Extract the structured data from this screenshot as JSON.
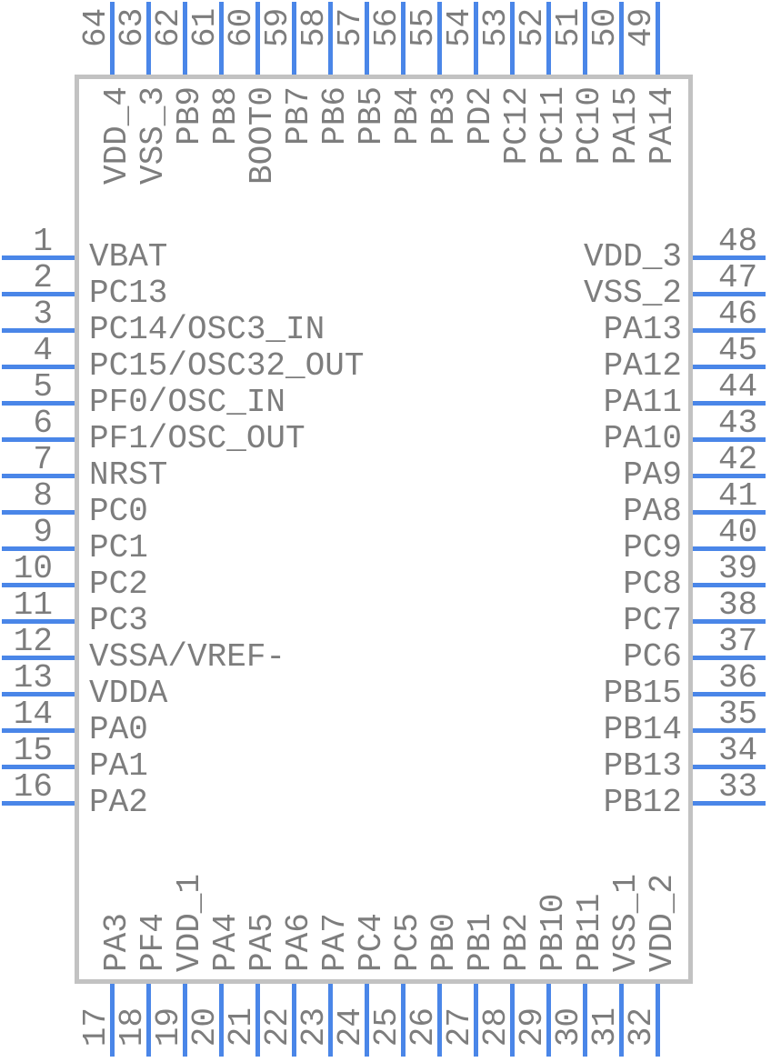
{
  "diagram": {
    "type": "ic-pinout",
    "package_pin_count": 64,
    "sides": {
      "left": {
        "pins": [
          {
            "num": "1",
            "name": "VBAT"
          },
          {
            "num": "2",
            "name": "PC13"
          },
          {
            "num": "3",
            "name": "PC14/OSC3_IN"
          },
          {
            "num": "4",
            "name": "PC15/OSC32_OUT"
          },
          {
            "num": "5",
            "name": "PF0/OSC_IN"
          },
          {
            "num": "6",
            "name": "PF1/OSC_OUT"
          },
          {
            "num": "7",
            "name": "NRST"
          },
          {
            "num": "8",
            "name": "PC0"
          },
          {
            "num": "9",
            "name": "PC1"
          },
          {
            "num": "10",
            "name": "PC2"
          },
          {
            "num": "11",
            "name": "PC3"
          },
          {
            "num": "12",
            "name": "VSSA/VREF-"
          },
          {
            "num": "13",
            "name": "VDDA"
          },
          {
            "num": "14",
            "name": "PA0"
          },
          {
            "num": "15",
            "name": "PA1"
          },
          {
            "num": "16",
            "name": "PA2"
          }
        ]
      },
      "right": {
        "pins": [
          {
            "num": "48",
            "name": "VDD_3"
          },
          {
            "num": "47",
            "name": "VSS_2"
          },
          {
            "num": "46",
            "name": "PA13"
          },
          {
            "num": "45",
            "name": "PA12"
          },
          {
            "num": "44",
            "name": "PA11"
          },
          {
            "num": "43",
            "name": "PA10"
          },
          {
            "num": "42",
            "name": "PA9"
          },
          {
            "num": "41",
            "name": "PA8"
          },
          {
            "num": "40",
            "name": "PC9"
          },
          {
            "num": "39",
            "name": "PC8"
          },
          {
            "num": "38",
            "name": "PC7"
          },
          {
            "num": "37",
            "name": "PC6"
          },
          {
            "num": "36",
            "name": "PB15"
          },
          {
            "num": "35",
            "name": "PB14"
          },
          {
            "num": "34",
            "name": "PB13"
          },
          {
            "num": "33",
            "name": "PB12"
          }
        ]
      },
      "top": {
        "pins": [
          {
            "num": "64",
            "name": "VDD_4"
          },
          {
            "num": "63",
            "name": "VSS_3"
          },
          {
            "num": "62",
            "name": "PB9"
          },
          {
            "num": "61",
            "name": "PB8"
          },
          {
            "num": "60",
            "name": "BOOT0"
          },
          {
            "num": "59",
            "name": "PB7"
          },
          {
            "num": "58",
            "name": "PB6"
          },
          {
            "num": "57",
            "name": "PB5"
          },
          {
            "num": "56",
            "name": "PB4"
          },
          {
            "num": "55",
            "name": "PB3"
          },
          {
            "num": "54",
            "name": "PD2"
          },
          {
            "num": "53",
            "name": "PC12"
          },
          {
            "num": "52",
            "name": "PC11"
          },
          {
            "num": "51",
            "name": "PC10"
          },
          {
            "num": "50",
            "name": "PA15"
          },
          {
            "num": "49",
            "name": "PA14"
          }
        ]
      },
      "bottom": {
        "pins": [
          {
            "num": "17",
            "name": "PA3"
          },
          {
            "num": "18",
            "name": "PF4"
          },
          {
            "num": "19",
            "name": "VDD_1"
          },
          {
            "num": "20",
            "name": "PA4"
          },
          {
            "num": "21",
            "name": "PA5"
          },
          {
            "num": "22",
            "name": "PA6"
          },
          {
            "num": "23",
            "name": "PA7"
          },
          {
            "num": "24",
            "name": "PC4"
          },
          {
            "num": "25",
            "name": "PC5"
          },
          {
            "num": "26",
            "name": "PB0"
          },
          {
            "num": "27",
            "name": "PB1"
          },
          {
            "num": "28",
            "name": "PB2"
          },
          {
            "num": "29",
            "name": "PB10"
          },
          {
            "num": "30",
            "name": "PB11"
          },
          {
            "num": "31",
            "name": "VSS_1"
          },
          {
            "num": "32",
            "name": "VDD_2"
          }
        ]
      }
    },
    "colors": {
      "pin_line": "#4a86e8",
      "text": "#7d7d7d",
      "body_border": "#c2c2c2",
      "background": "#ffffff"
    }
  }
}
